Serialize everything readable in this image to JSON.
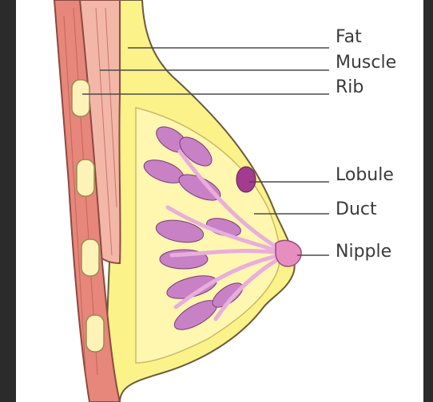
{
  "labels": {
    "fat": "Fat",
    "muscle": "Muscle",
    "rib": "Rib",
    "lobule": "Lobule",
    "duct": "Duct",
    "nipple": "Nipple"
  },
  "colors": {
    "frame_bg": "#2b2b2b",
    "fat": "#fbf28a",
    "muscle": "#e7867a",
    "muscle_light": "#f3b7a8",
    "rib": "#fdf3b8",
    "lobule": "#c981c6",
    "lobule_dark": "#a23c8e",
    "duct": "#e8aedc",
    "nipple": "#e78ec0",
    "line": "#4a4a4a"
  }
}
